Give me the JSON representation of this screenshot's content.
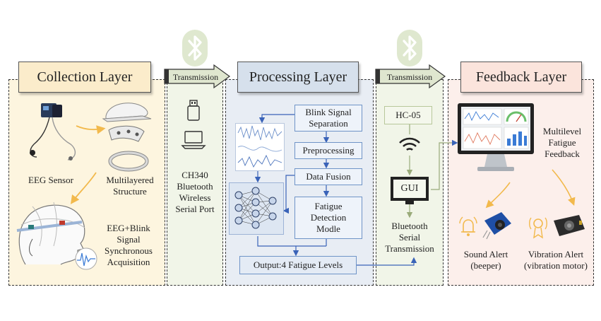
{
  "collection": {
    "title": "Collection Layer",
    "eeg_sensor": "EEG Sensor",
    "structure": [
      "Multilayered",
      "Structure"
    ],
    "acquisition": [
      "EEG+Blink",
      "Signal",
      "Synchronous",
      "Acquisition"
    ]
  },
  "transmission_left": {
    "label": "Transmission",
    "description": [
      "CH340",
      "Bluetooth",
      "Wireless",
      "Serial Port"
    ]
  },
  "processing": {
    "title": "Processing Layer",
    "blink_separation": [
      "Blink Signal",
      "Separation"
    ],
    "preprocessing": "Preprocessing",
    "data_fusion": "Data Fusion",
    "fatigue_model": [
      "Fatigue",
      "Detection",
      "Modle"
    ],
    "output": "Output:4 Fatigue Levels"
  },
  "transmission_right": {
    "label": "Transmission",
    "module": "HC-05",
    "gui": "GUI",
    "description": [
      "Bluetooth",
      "Serial",
      "Transmission"
    ]
  },
  "feedback": {
    "title": "Feedback Layer",
    "multilevel": [
      "Multilevel",
      "Fatigue",
      "Feedback"
    ],
    "sound_alert": [
      "Sound Alert",
      "(beeper)"
    ],
    "vibration_alert": [
      "Vibration Alert",
      "(vibration motor)"
    ]
  },
  "colors": {
    "collection_bg": "#fdf5df",
    "collection_title": "#fbeccb",
    "transmission_bg": "#f1f5e8",
    "transmission_title": "#dfe6cf",
    "processing_bg": "#e8edf4",
    "processing_title": "#d6e0ec",
    "feedback_bg": "#fcefeb",
    "feedback_title": "#fbe4dc",
    "bluetooth": "#dfe8cf",
    "arrow_blue": "#3a63b8",
    "arrow_orange": "#f2b94c"
  }
}
